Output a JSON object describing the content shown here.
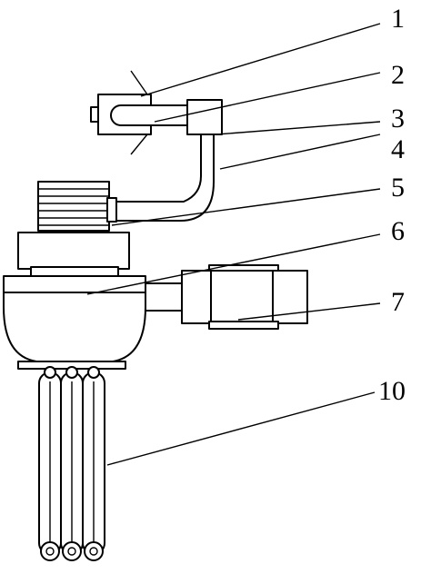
{
  "diagram": {
    "callouts": [
      {
        "id": "c1",
        "text": "1"
      },
      {
        "id": "c2",
        "text": "2"
      },
      {
        "id": "c3",
        "text": "3"
      },
      {
        "id": "c4",
        "text": "4"
      },
      {
        "id": "c5",
        "text": "5"
      },
      {
        "id": "c6",
        "text": "6"
      },
      {
        "id": "c7",
        "text": "7"
      },
      {
        "id": "c10",
        "text": "10"
      }
    ]
  }
}
